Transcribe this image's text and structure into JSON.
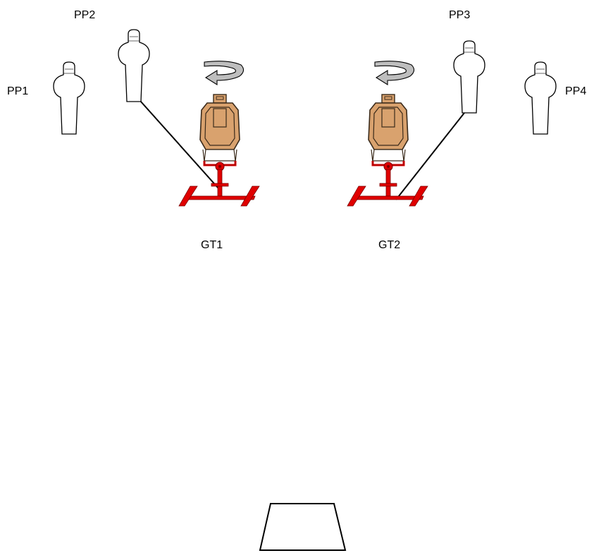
{
  "labels": {
    "pp1": "PP1",
    "pp2": "PP2",
    "pp3": "PP3",
    "pp4": "PP4",
    "gt1": "GT1",
    "gt2": "GT2"
  },
  "colors": {
    "target_fill": "#D9A26E",
    "target_stroke": "#3a2a1a",
    "stand_red": "#E00000",
    "stand_dark": "#7a0000",
    "arrow_gray": "#BEBEBE",
    "line": "#000000"
  },
  "icons": {
    "popper": "pepper-popper-icon",
    "rotating_target": "rotating-target-icon",
    "rotation": "rotation-arrow-icon",
    "shooting_box": "shooting-box-icon"
  }
}
